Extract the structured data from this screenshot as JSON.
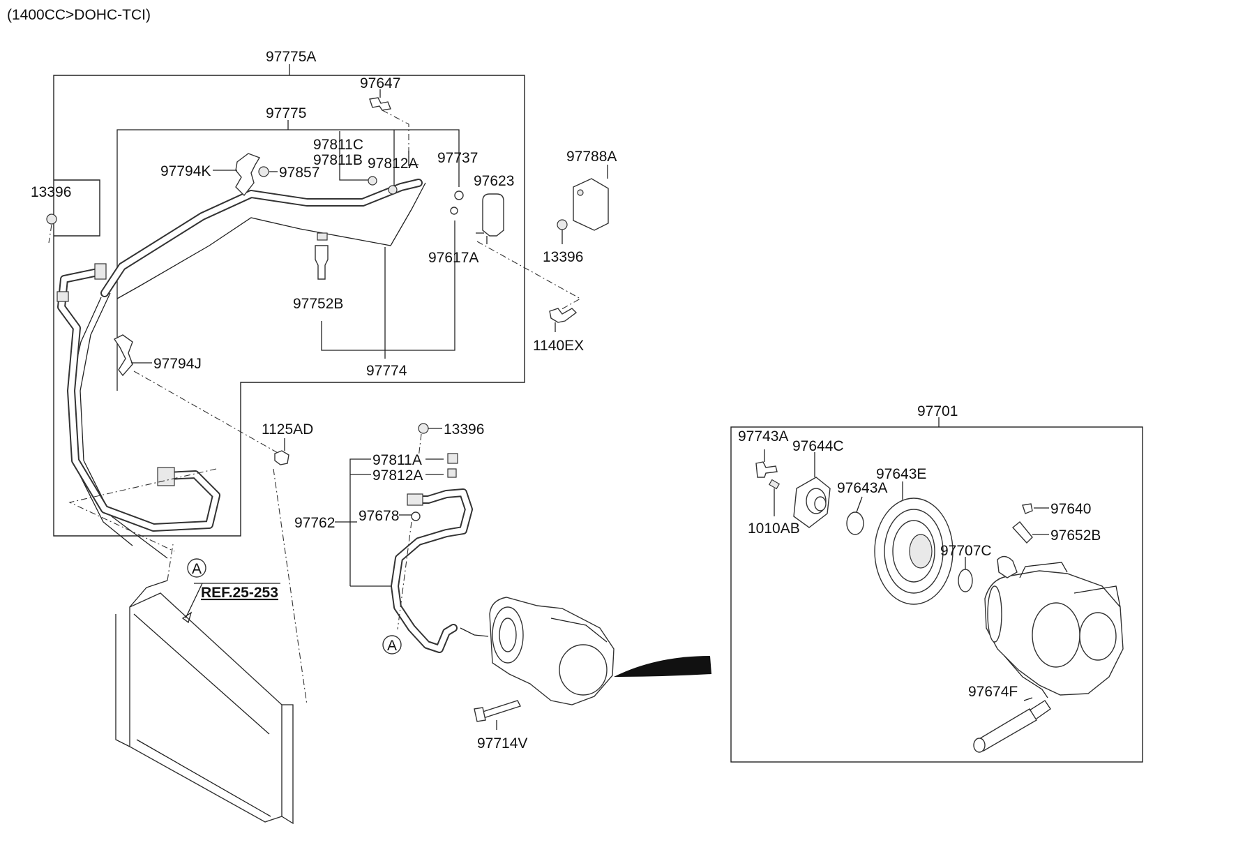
{
  "header": {
    "engine_code": "(1400CC>DOHC-TCI)"
  },
  "labels": {
    "p97775A": "97775A",
    "p97647": "97647",
    "p97775": "97775",
    "p97811C": "97811C",
    "p97811B": "97811B",
    "p97812A_top": "97812A",
    "p97737": "97737",
    "p97623": "97623",
    "p97788A": "97788A",
    "p97794K": "97794K",
    "p97857": "97857",
    "p13396_left": "13396",
    "p13396_right": "13396",
    "p13396_mid": "13396",
    "p97617A": "97617A",
    "p97752B": "97752B",
    "p1140EX": "1140EX",
    "p97794J": "97794J",
    "p97774": "97774",
    "p1125AD": "1125AD",
    "p97811A": "97811A",
    "p97812A_mid": "97812A",
    "p97762": "97762",
    "p97678": "97678",
    "ref": "REF.25-253",
    "callout_a1": "A",
    "callout_a2": "A",
    "p97714V": "97714V",
    "p97701": "97701",
    "p97743A": "97743A",
    "p97644C": "97644C",
    "p97643E": "97643E",
    "p97643A": "97643A",
    "p1010AB": "1010AB",
    "p97640": "97640",
    "p97652B": "97652B",
    "p97707C": "97707C",
    "p97674F": "97674F"
  }
}
